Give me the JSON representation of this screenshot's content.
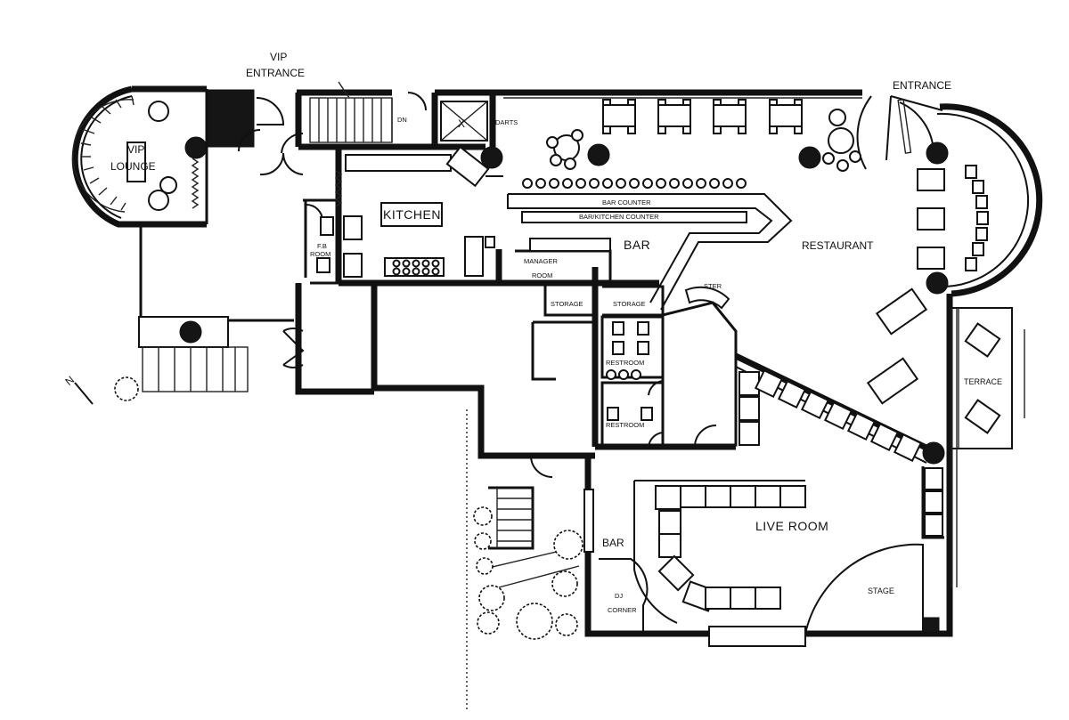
{
  "labels": {
    "vip_entrance_1": "VIP",
    "vip_entrance_2": "ENTRANCE",
    "vip_lounge_1": "VIP",
    "vip_lounge_2": "LOUNGE",
    "entrance": "ENTRANCE",
    "kitchen": "KITCHEN",
    "bar_counter": "BAR COUNTER",
    "bar_kitchen_counter": "BAR/KITCHEN COUNTER",
    "bar": "BAR",
    "restaurant": "RESTAURANT",
    "manager_room_1": "MANAGER",
    "manager_room_2": "ROOM",
    "storage_left": "STORAGE",
    "storage_right": "STORAGE",
    "restroom_upper": "RESTROOM",
    "restroom_lower": "RESTROOM",
    "stair": "STER",
    "terrace": "TERRACE",
    "live_room": "LIVE ROOM",
    "stage": "STAGE",
    "bar_lower": "BAR",
    "dj_corner_1": "DJ",
    "dj_corner_2": "CORNER",
    "darts": "DARTS",
    "dn": "DN",
    "fire_room_1": "F.B",
    "fire_room_2": "ROOM",
    "north": "N"
  }
}
